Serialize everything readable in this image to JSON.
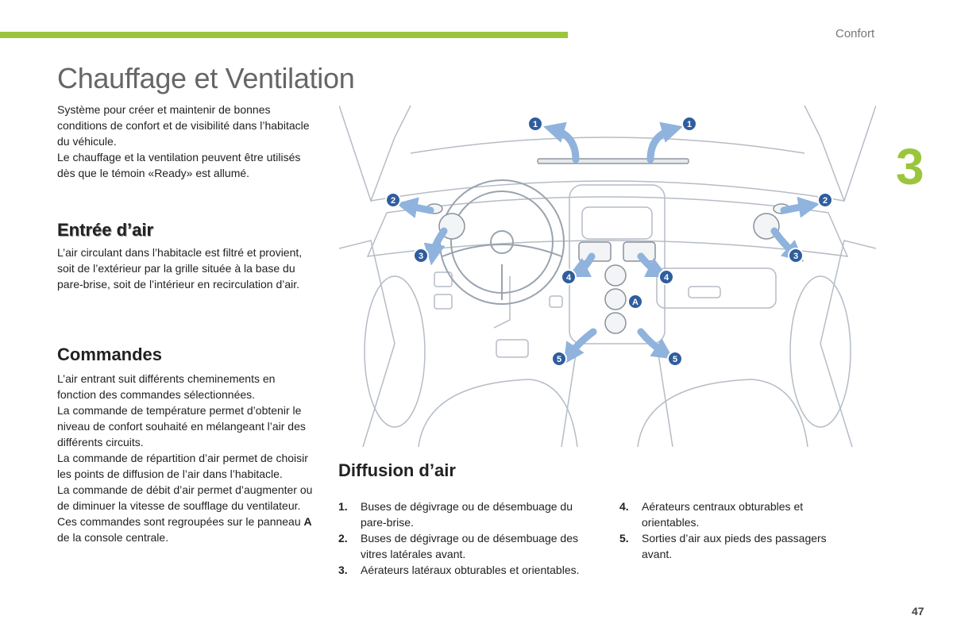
{
  "header": {
    "section": "Confort",
    "chapter": "3"
  },
  "title": "Chauffage et Ventilation",
  "intro": [
    "Système pour créer et maintenir de bonnes conditions de confort et de visibilité dans l’habitacle du véhicule.",
    "Le chauffage et la ventilation peuvent être utilisés dès que le témoin «Ready» est allumé."
  ],
  "entree": {
    "heading": "Entrée d’air",
    "text": "L’air circulant dans l’habitacle est filtré et provient, soit de l’extérieur par la grille située à la base du pare-brise, soit de l’intérieur en recirculation d’air."
  },
  "commandes": {
    "heading": "Commandes",
    "paragraphs": [
      "L’air entrant suit différents cheminements en fonction des commandes sélectionnées.",
      "La commande de température permet d’obtenir le niveau de confort souhaité en mélangeant l’air des différents circuits.",
      "La commande de répartition d’air permet de choisir les points de diffusion de l’air dans l’habitacle.",
      "La commande de débit d’air permet d’augmenter ou de diminuer la vitesse de soufflage du ventilateur."
    ],
    "last_before": "Ces commandes sont regroupées sur le panneau ",
    "last_bold": "A",
    "last_after": " de la console centrale."
  },
  "diagram": {
    "markers": [
      "1",
      "1",
      "2",
      "2",
      "3",
      "3",
      "4",
      "4",
      "5",
      "5",
      "A"
    ],
    "colors": {
      "marker": "#2f5d9e",
      "arrow": "#8fb3dc",
      "line": "#b5bcc5"
    }
  },
  "diffusion": {
    "heading": "Diffusion d’air",
    "items": [
      {
        "num": "1.",
        "text": "Buses de dégivrage ou de désembuage du pare-brise."
      },
      {
        "num": "2.",
        "text": "Buses de dégivrage ou de désembuage des vitres latérales avant."
      },
      {
        "num": "3.",
        "text": "Aérateurs latéraux obturables et orientables."
      },
      {
        "num": "4.",
        "text": "Aérateurs centraux obturables et orientables."
      },
      {
        "num": "5.",
        "text": "Sorties d’air aux pieds des passagers avant."
      }
    ]
  },
  "page_number": "47",
  "colors": {
    "accent": "#9bc53d",
    "title": "#666666"
  }
}
